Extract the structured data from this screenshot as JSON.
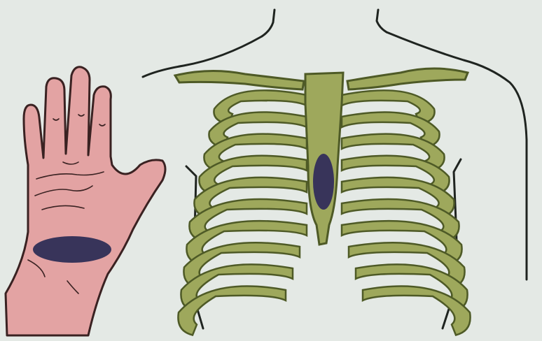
{
  "title": "",
  "colors": {
    "background": "#e4e9e5",
    "outline": "#1f2420",
    "bone_fill": "#9ea85c",
    "bone_stroke": "#4e5a26",
    "skin_fill": "#e3a3a3",
    "skin_stroke": "#3a2222",
    "marker_fill": "#38345a"
  },
  "figure": {
    "hand": "hand-palm-icon",
    "torso": "torso-outline",
    "ribcage": "ribcage-icon",
    "markers": [
      "palm-heel-marker",
      "lower-sternum-marker"
    ]
  }
}
